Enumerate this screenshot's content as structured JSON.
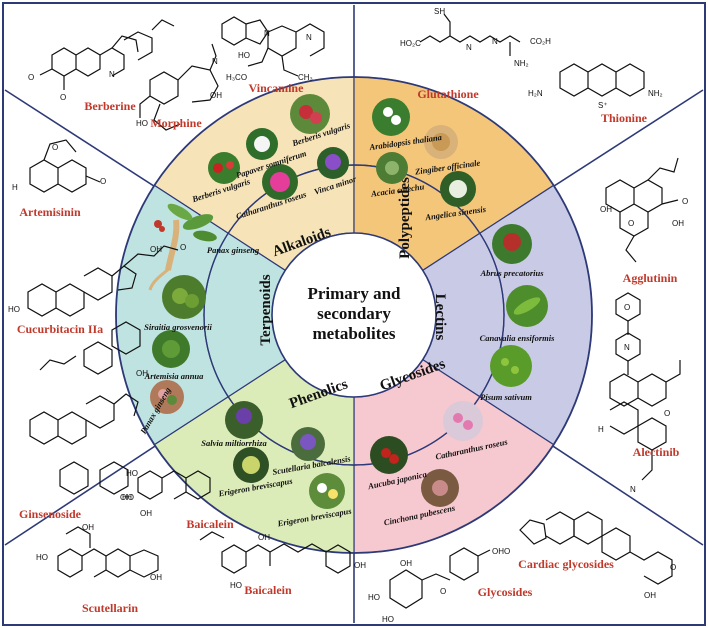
{
  "center": {
    "line1": "Primary and",
    "line2": "secondary",
    "line3": "metabolites"
  },
  "categories": {
    "alkaloids": "Alkaloids",
    "polypeptides": "Polypeptides",
    "lectins": "Lectins",
    "glycosides": "Glycosides",
    "phenolics": "Phenolics",
    "terpenoids": "Terpenoids"
  },
  "plants": {
    "berberis1": "Berberis vulgaris",
    "papaver": "Papaver somniferum",
    "berberis2": "Berberis vulgaris",
    "catharanthus1": "Catharanthus roseus",
    "vinca": "Vinca minor",
    "arabidopsis": "Arabidopsis thaliana",
    "zingiber": "Zingiber officinale",
    "acacia": "Acacia catechu",
    "angelica": "Angelica sinensis",
    "abrus": "Abrus precatorius",
    "canavalia": "Canavalia ensiformis",
    "pisum": "Pisum sativum",
    "catharanthus2": "Catharanthus roseus",
    "aucuba": "Aucuba japonica",
    "cinchona": "Cinchona pubescens",
    "salvia": "Salvia miltiorrhiza",
    "scutellaria": "Scutellaria baicalensis",
    "erigeron1": "Erigeron breviscapus",
    "erigeron2": "Erigeron breviscapus",
    "panax1": "Panax ginseng",
    "siraitia": "Siraitia grosvenorii",
    "artemisia": "Artemisia annua",
    "panax2": "Panax ginseng"
  },
  "compounds": {
    "berberine": "Berberine",
    "morphine": "Morphine",
    "vincamine": "Vincamine",
    "glutathione": "Glutathione",
    "thionine": "Thionine",
    "artemisinin": "Artemisinin",
    "cucurbitacin": "Cucurbitacin IIa",
    "ginsenoside": "Ginsenoside",
    "agglutinin": "Agglutinin",
    "alectinib": "Alectinib",
    "baicalein1": "Baicalein",
    "baicalein2": "Baicalein",
    "scutellarin": "Scutellarin",
    "glycosides": "Glycosides",
    "cardiac": "Cardiac glycosides"
  },
  "colors": {
    "alkaloids": "#f6e4b8",
    "polypeptides": "#f3c67a",
    "lectins": "#c9cbe6",
    "glycosides": "#f6c8cf",
    "phenolics": "#dcecb9",
    "terpenoids": "#bfe3e0",
    "label": "#c0392b",
    "frame": "#2e3a78"
  }
}
